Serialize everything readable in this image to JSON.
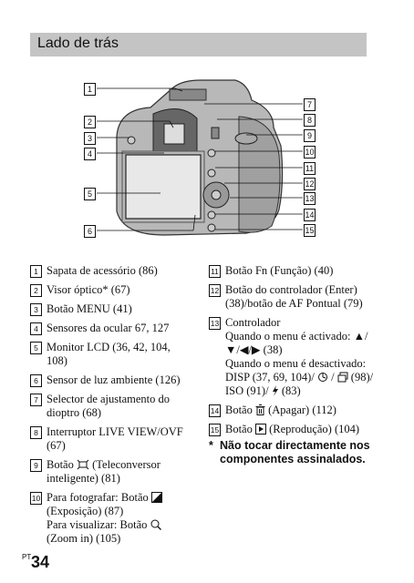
{
  "header": {
    "title": "Lado de trás"
  },
  "figure": {
    "callouts_left": [
      "1",
      "2",
      "3",
      "4",
      "5",
      "6"
    ],
    "callouts_right": [
      "7",
      "8",
      "9",
      "10",
      "11",
      "12",
      "13",
      "14",
      "15"
    ]
  },
  "items_left": [
    {
      "num": "1",
      "lines": [
        "Sapata de acessório (86)"
      ]
    },
    {
      "num": "2",
      "lines": [
        "Visor óptico* (67)"
      ]
    },
    {
      "num": "3",
      "lines": [
        "Botão MENU (41)"
      ]
    },
    {
      "num": "4",
      "lines": [
        "Sensores da ocular 67, 127"
      ]
    },
    {
      "num": "5",
      "lines": [
        "Monitor LCD (36, 42, 104,",
        "108)"
      ]
    },
    {
      "num": "6",
      "lines": [
        "Sensor de luz ambiente (126)"
      ]
    },
    {
      "num": "7",
      "lines": [
        "Selector de ajustamento do",
        "dioptro (68)"
      ]
    },
    {
      "num": "8",
      "lines": [
        "Interruptor LIVE VIEW/OVF",
        "(67)"
      ]
    },
    {
      "num": "9",
      "lines": [
        "Botão",
        "(Teleconversor",
        "inteligente) (81)"
      ]
    },
    {
      "num": "10",
      "lines": [
        "Para fotografar: Botão",
        "(Exposição) (87)",
        "Para visualizar: Botão",
        "(Zoom in) (105)"
      ]
    }
  ],
  "items_right": [
    {
      "num": "11",
      "lines": [
        "Botão Fn (Função) (40)"
      ]
    },
    {
      "num": "12",
      "lines": [
        "Botão do controlador (Enter)",
        "(38)/botão de AF Pontual (79)"
      ]
    },
    {
      "num": "13",
      "lines": [
        "Controlador",
        "Quando o menu é activado: ▲/",
        "▼/◀/▶ (38)",
        "Quando o menu é desactivado:",
        "DISP (37, 69, 104)/",
        "/",
        "(98)/",
        "ISO (91)/",
        "(83)"
      ]
    },
    {
      "num": "14",
      "lines": [
        "Botão",
        "(Apagar) (112)"
      ]
    },
    {
      "num": "15",
      "lines": [
        "Botão",
        "(Reprodução) (104)"
      ]
    }
  ],
  "note": {
    "star": "*",
    "lines": [
      "Não tocar directamente nos",
      "componentes assinalados."
    ]
  },
  "page": {
    "lang": "PT",
    "number": "34"
  }
}
